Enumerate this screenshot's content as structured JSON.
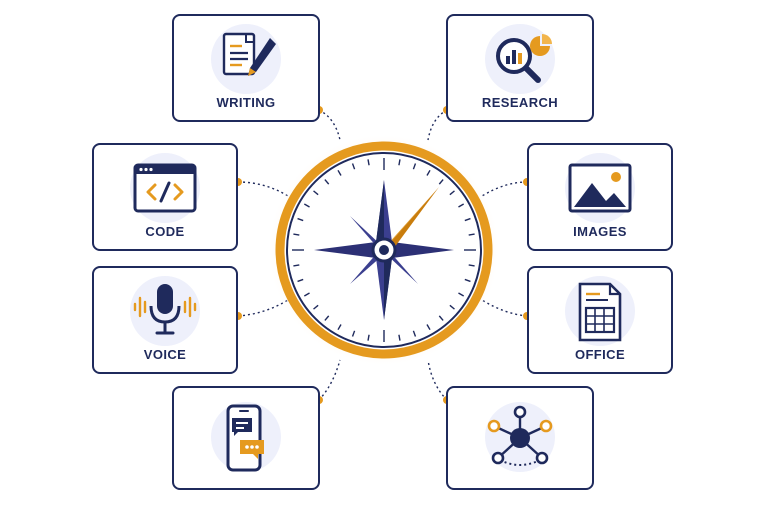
{
  "cards": {
    "writing": {
      "label": "WRITING",
      "icon": "document-pen-icon"
    },
    "research": {
      "label": "RESEARCH",
      "icon": "magnifier-chart-icon"
    },
    "code": {
      "label": "CODE",
      "icon": "code-window-icon"
    },
    "images": {
      "label": "IMAGES",
      "icon": "landscape-image-icon"
    },
    "voice": {
      "label": "VOICE",
      "icon": "microphone-icon"
    },
    "office": {
      "label": "OFFICE",
      "icon": "spreadsheet-file-icon"
    },
    "chat": {
      "label": "",
      "icon": "phone-chat-icon"
    },
    "network": {
      "label": "",
      "icon": "network-nodes-icon"
    }
  },
  "center": {
    "icon": "compass-icon"
  },
  "colors": {
    "navy": "#1f2a5c",
    "indigo": "#3b3f8f",
    "orange": "#e59a1f",
    "halo": "#eef0fb"
  }
}
